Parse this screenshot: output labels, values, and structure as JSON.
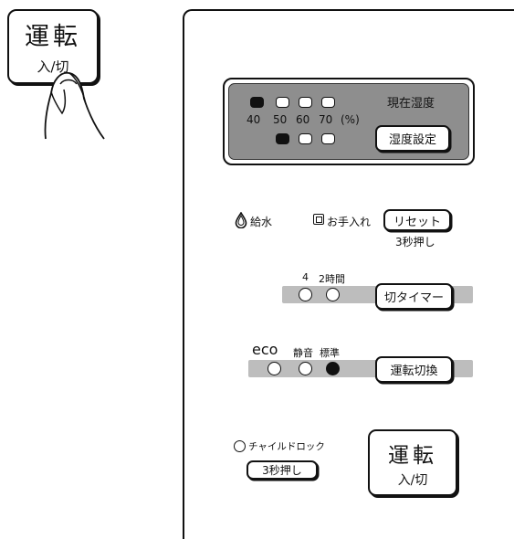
{
  "hand_button": {
    "title": "運転",
    "subtitle": "入/切"
  },
  "humidity_display": {
    "current_label": "現在湿度",
    "top_leds": [
      {
        "on": true
      },
      {
        "on": false
      },
      {
        "on": false
      },
      {
        "on": false
      }
    ],
    "scale_labels": [
      "40",
      "50",
      "60",
      "70",
      "(%)"
    ],
    "bottom_leds": [
      {
        "on": true
      },
      {
        "on": false
      },
      {
        "on": false
      }
    ],
    "set_button_label": "湿度設定"
  },
  "maintenance": {
    "water_label": "給水",
    "icon_water": "water-drop-icon",
    "care_label": "お手入れ",
    "icon_care": "square-lamp-icon",
    "reset_button_label": "リセット",
    "reset_hint": "3秒押し"
  },
  "off_timer": {
    "options": [
      {
        "label": "4",
        "on": false
      },
      {
        "label": "2時間",
        "on": false
      }
    ],
    "button_label": "切タイマー"
  },
  "mode": {
    "options": [
      {
        "label": "eco",
        "on": false
      },
      {
        "label": "静音",
        "on": false
      },
      {
        "label": "標準",
        "on": true
      }
    ],
    "button_label": "運転切換"
  },
  "child_lock": {
    "label": "チャイルドロック",
    "button_label": "3秒押し"
  },
  "power_button": {
    "title": "運転",
    "subtitle": "入/切"
  },
  "colors": {
    "bar_gray": "#bdbdbd",
    "display_gray": "#8e8e8e",
    "ink": "#111111"
  }
}
